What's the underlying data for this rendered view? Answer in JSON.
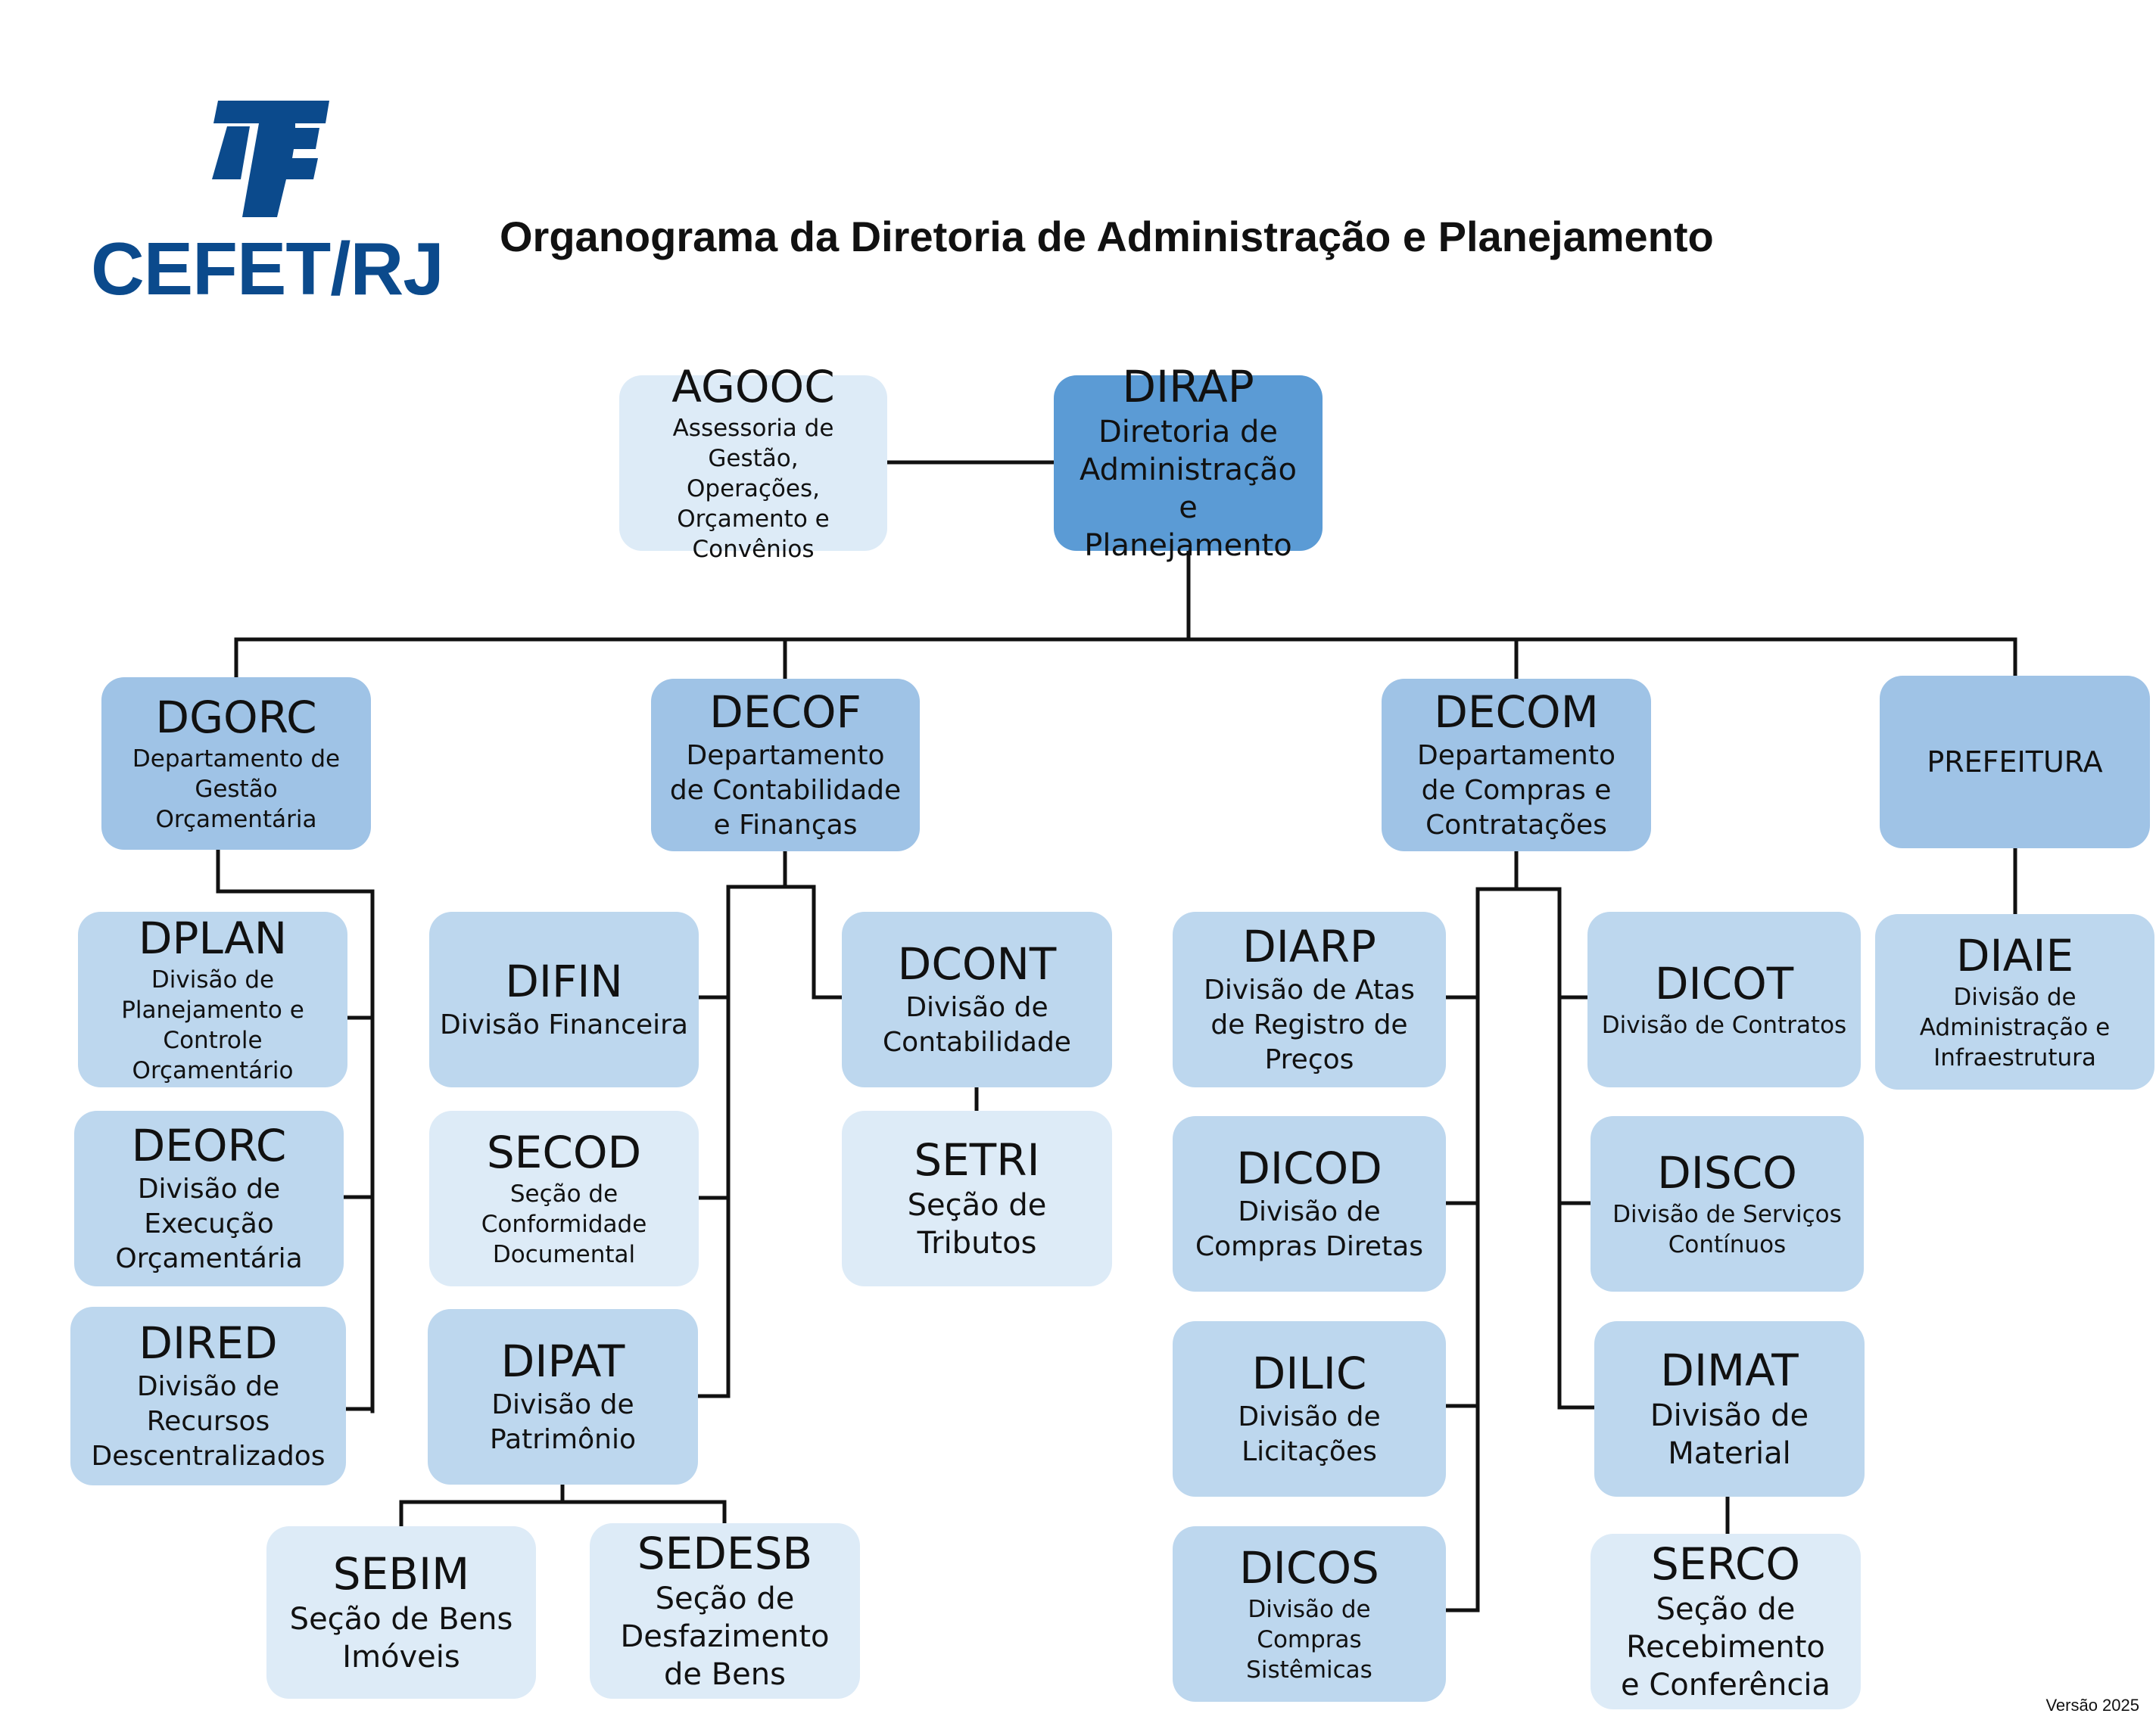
{
  "logo": {
    "text": "CEFET/RJ",
    "icon": "cefet-logo-icon",
    "color": "#0b4a8c"
  },
  "title": "Organograma da Diretoria de Administração e Planejamento",
  "colors": {
    "dark": "#5b9bd5",
    "mid": "#9fc3e6",
    "light": "#bdd7ee",
    "pale": "#ddebf7"
  },
  "units": {
    "dirap": {
      "code": "DIRAP",
      "name": "Diretoria de Administração e Planejamento"
    },
    "agooc": {
      "code": "AGOOC",
      "name": "Assessoria de Gestão, Operações, Orçamento e Convênios"
    },
    "dgorc": {
      "code": "DGORC",
      "name": "Departamento de Gestão Orçamentária"
    },
    "decof": {
      "code": "DECOF",
      "name": "Departamento de Contabilidade e Finanças"
    },
    "decom": {
      "code": "DECOM",
      "name": "Departamento de Compras e Contratações"
    },
    "prefeitura": {
      "name": "PREFEITURA"
    },
    "dplan": {
      "code": "DPLAN",
      "name": "Divisão de Planejamento e Controle Orçamentário"
    },
    "deorc": {
      "code": "DEORC",
      "name": "Divisão de Execução Orçamentária"
    },
    "dired": {
      "code": "DIRED",
      "name": "Divisão de Recursos Descentralizados"
    },
    "difin": {
      "code": "DIFIN",
      "name": "Divisão Financeira"
    },
    "secod": {
      "code": "SECOD",
      "name": "Seção de Conformidade Documental"
    },
    "dipat": {
      "code": "DIPAT",
      "name": "Divisão de Patrimônio"
    },
    "sebim": {
      "code": "SEBIM",
      "name": "Seção de Bens Imóveis"
    },
    "sedesb": {
      "code": "SEDESB",
      "name": "Seção de Desfazimento de Bens"
    },
    "dcont": {
      "code": "DCONT",
      "name": "Divisão de Contabilidade"
    },
    "setri": {
      "code": "SETRI",
      "name": "Seção de Tributos"
    },
    "diarp": {
      "code": "DIARP",
      "name": "Divisão de Atas de Registro de Preços"
    },
    "dicod": {
      "code": "DICOD",
      "name": "Divisão de Compras Diretas"
    },
    "dilic": {
      "code": "DILIC",
      "name": "Divisão de Licitações"
    },
    "dicos": {
      "code": "DICOS",
      "name": "Divisão de Compras Sistêmicas"
    },
    "dicot": {
      "code": "DICOT",
      "name": "Divisão de Contratos"
    },
    "disco": {
      "code": "DISCO",
      "name": "Divisão de Serviços Contínuos"
    },
    "dimat": {
      "code": "DIMAT",
      "name": "Divisão de Material"
    },
    "serco": {
      "code": "SERCO",
      "name": "Seção de Recebimento e Conferência"
    },
    "diaie": {
      "code": "DIAIE",
      "name": "Divisão de Administração e Infraestrutura"
    }
  },
  "version": "Versão 2025"
}
